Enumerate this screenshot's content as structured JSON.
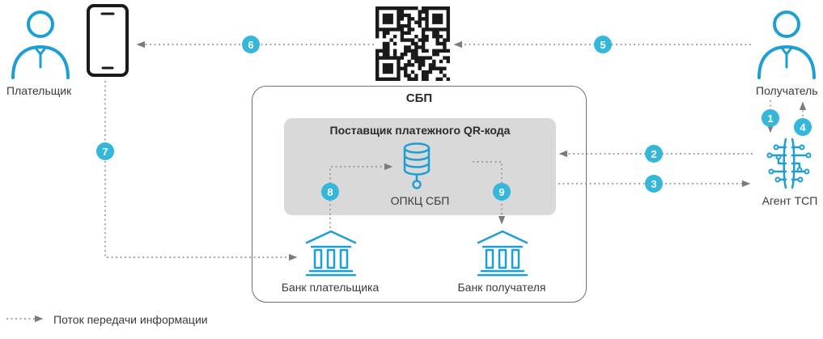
{
  "colors": {
    "accent_badge": "#35B7DB",
    "icon_cyan": "#1E9FD4",
    "dotted_line": "#8C8C8C",
    "gray_panel": "#D9D9D9"
  },
  "labels": {
    "payer": "Плательщик",
    "recipient": "Получатель",
    "agent": "Агент ТСП",
    "sbp": "СБП",
    "qr_provider": "Поставщик платежного QR-кода",
    "opkc": "ОПКЦ СБП",
    "payer_bank": "Банк плательщика",
    "recipient_bank": "Банк получателя",
    "legend": "Поток передачи информации"
  },
  "steps": [
    "1",
    "2",
    "3",
    "4",
    "5",
    "6",
    "7",
    "8",
    "9"
  ]
}
